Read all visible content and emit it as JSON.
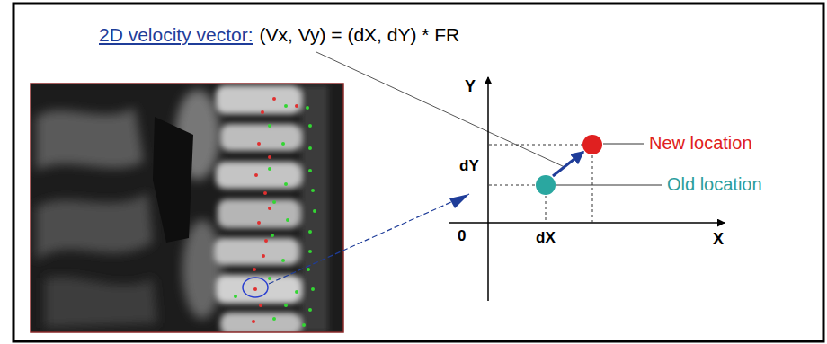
{
  "diagram": {
    "labels": [
      "2D velocity vector:",
      "(Vx, Vy) = (dX, dY) * FR",
      "Y",
      "dY",
      "0",
      "dX",
      "X",
      "New location",
      "Old location"
    ]
  }
}
